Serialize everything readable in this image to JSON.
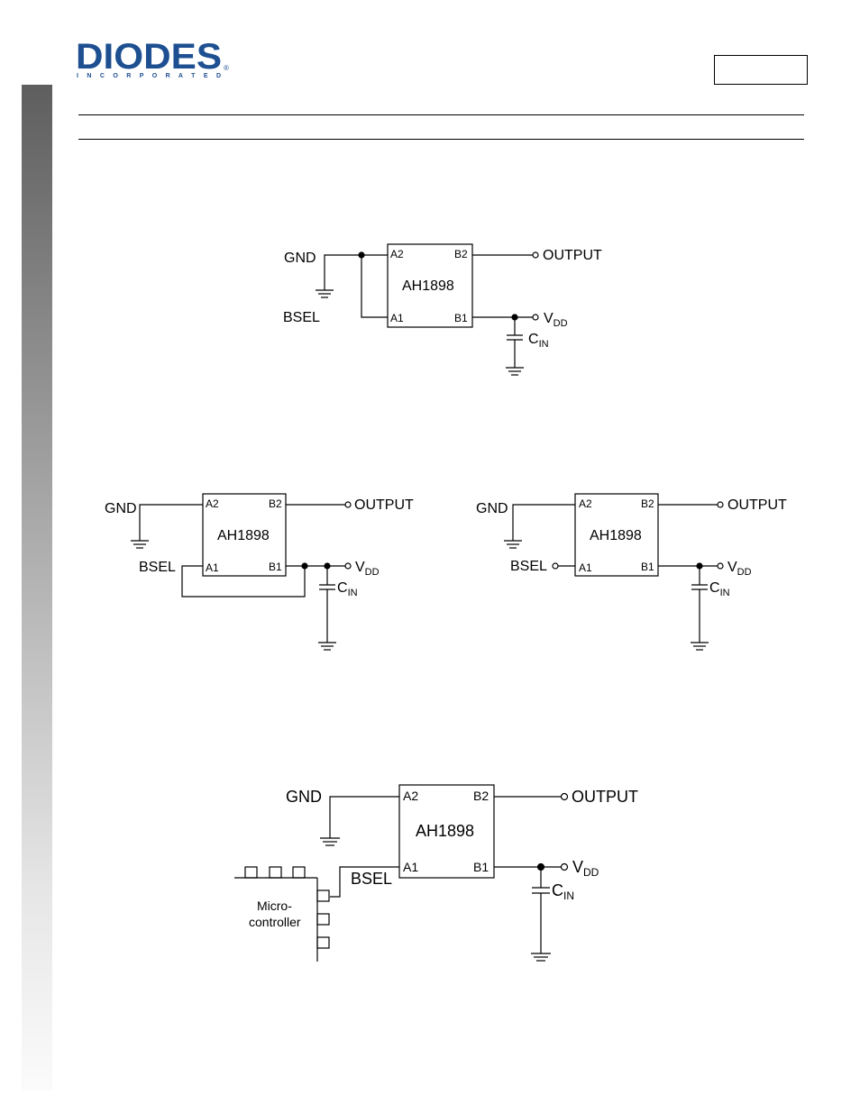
{
  "header": {
    "logo_text": "DIODES",
    "logo_sub": "I N C O R P O R A T E D",
    "registered": "®",
    "part_number": ""
  },
  "colors": {
    "logo_blue": "#1d4f91",
    "side_bar_dark": "#5e5e5e"
  },
  "circuits": {
    "chip_name": "AH1898",
    "pins": {
      "a2": "A2",
      "b2": "B2",
      "a1": "A1",
      "b1": "B1"
    },
    "labels": {
      "gnd": "GND",
      "bsel": "BSEL",
      "output": "OUTPUT",
      "v": "V",
      "dd": "DD",
      "c": "C",
      "in": "IN"
    },
    "micro_label_1": "Micro-",
    "micro_label_2": "controller"
  }
}
